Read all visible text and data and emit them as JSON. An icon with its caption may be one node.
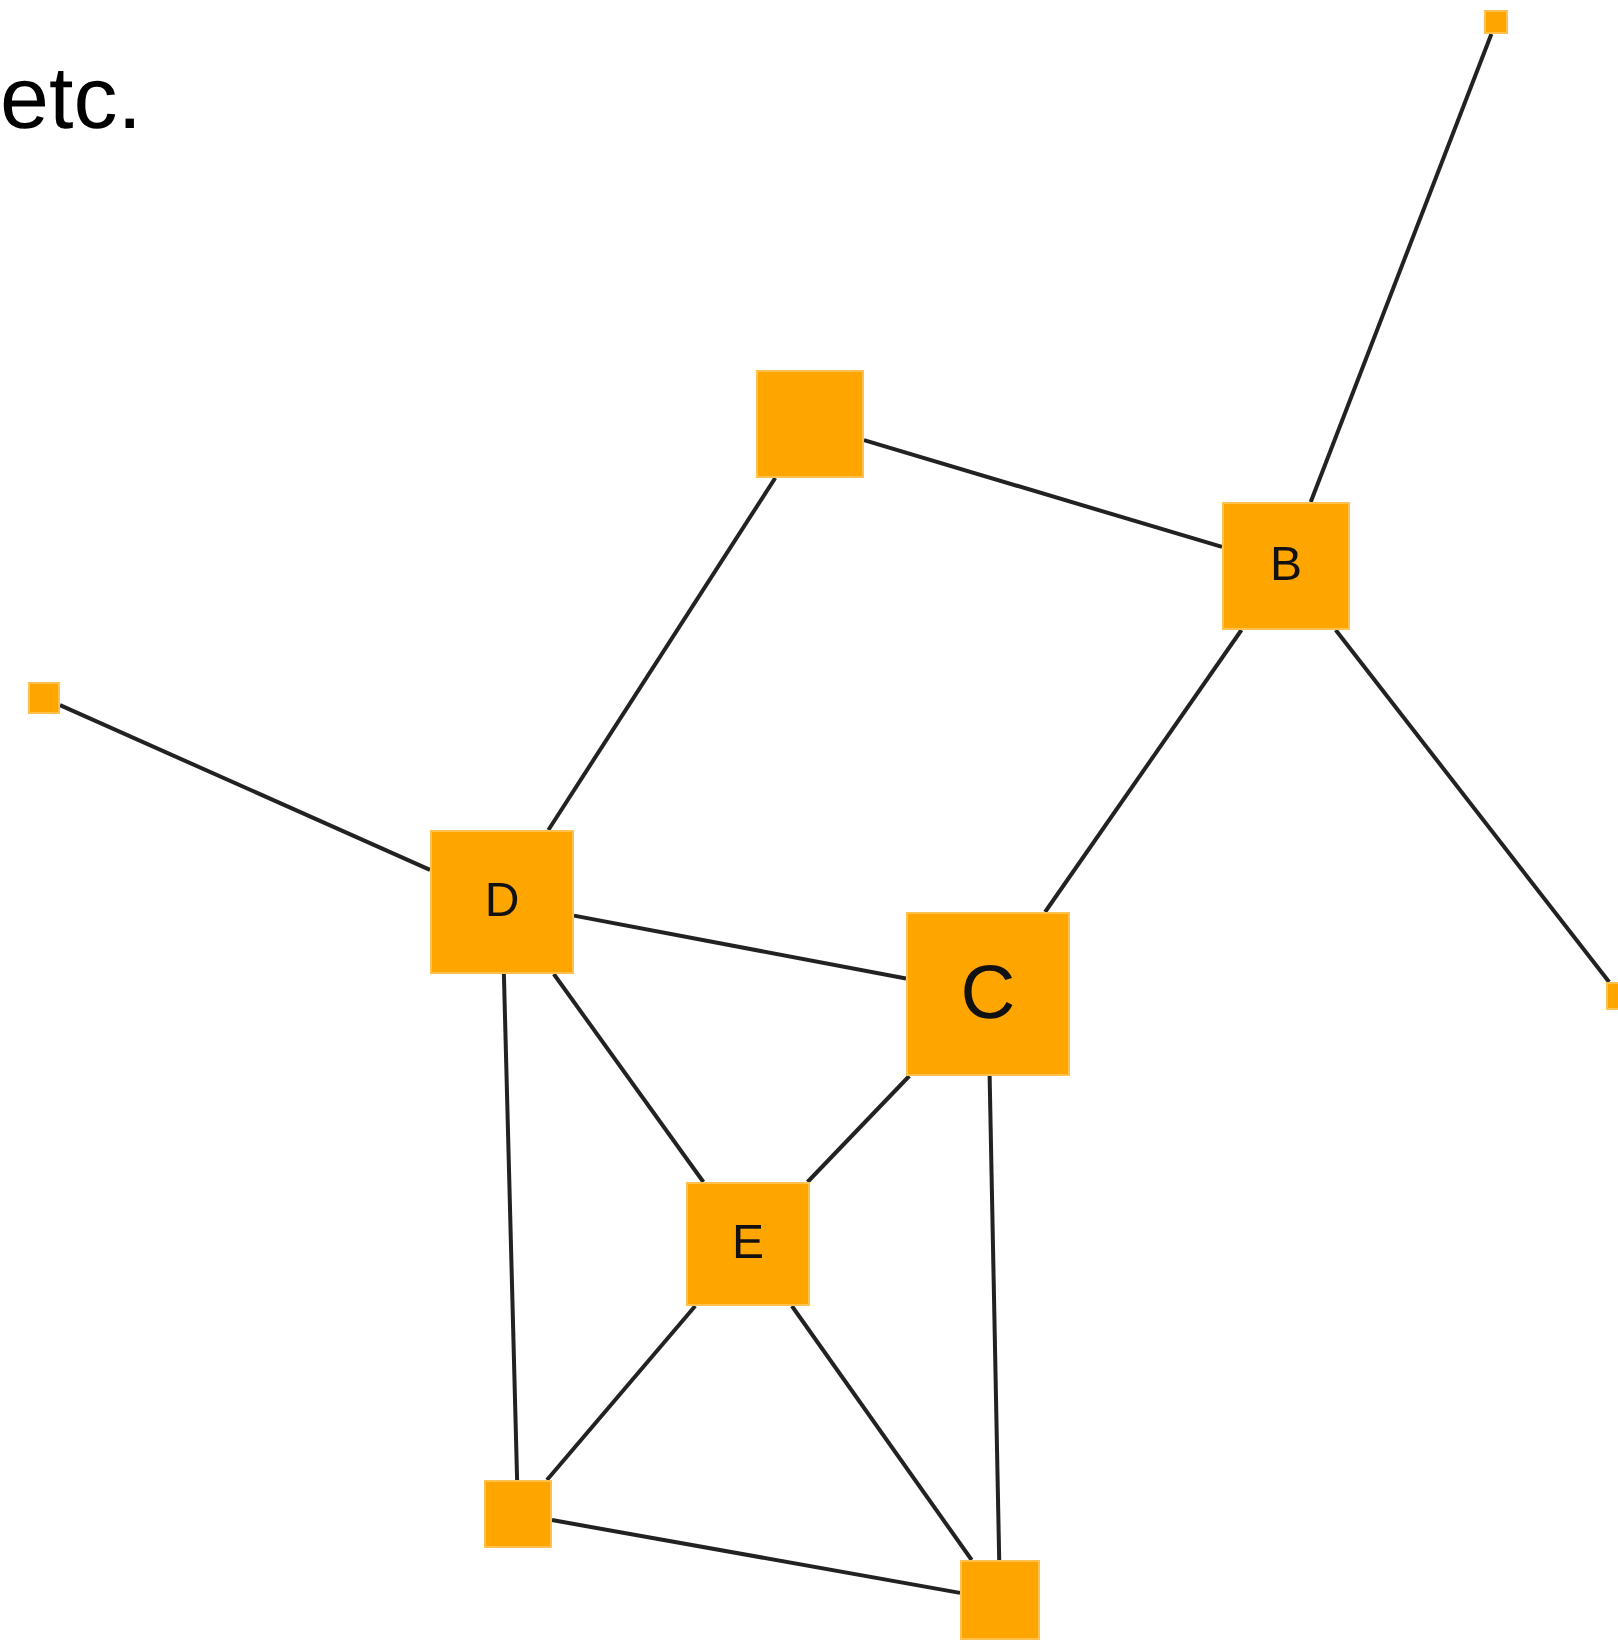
{
  "diagram": {
    "nodes": [
      {
        "text": [],
        "shape": "box"
      },
      {
        "text": [],
        "shape": "box"
      },
      {
        "text": [
          "B"
        ]
      },
      {
        "text": [],
        "shape": "box"
      },
      {
        "text": [
          "D"
        ]
      },
      {
        "text": [
          "C"
        ]
      },
      {
        "text": [],
        "shape": "box"
      },
      {
        "text": [
          "E"
        ]
      },
      {
        "text": [],
        "shape": "box"
      },
      {
        "text": [],
        "shape": "box"
      }
    ],
    "edges": [
      {
        "from": 0,
        "to": 2,
        "arrow": "none"
      },
      {
        "from": 1,
        "to": 2,
        "arrow": "none"
      },
      {
        "from": 1,
        "to": 4,
        "arrow": "none"
      },
      {
        "from": 2,
        "to": 5,
        "arrow": "none"
      },
      {
        "from": 2,
        "to": 6,
        "arrow": "none"
      },
      {
        "from": 3,
        "to": 4,
        "arrow": "none"
      },
      {
        "from": 4,
        "to": 5,
        "arrow": "none"
      },
      {
        "from": 4,
        "to": 7,
        "arrow": "none"
      },
      {
        "from": 4,
        "to": 8,
        "arrow": "none"
      },
      {
        "from": 5,
        "to": 7,
        "arrow": "none"
      },
      {
        "from": 5,
        "to": 9,
        "arrow": "none"
      },
      {
        "from": 7,
        "to": 8,
        "arrow": "none"
      },
      {
        "from": 7,
        "to": 9,
        "arrow": "none"
      },
      {
        "from": 8,
        "to": 9,
        "arrow": "none"
      }
    ],
    "labels": [
      "etc."
    ]
  }
}
